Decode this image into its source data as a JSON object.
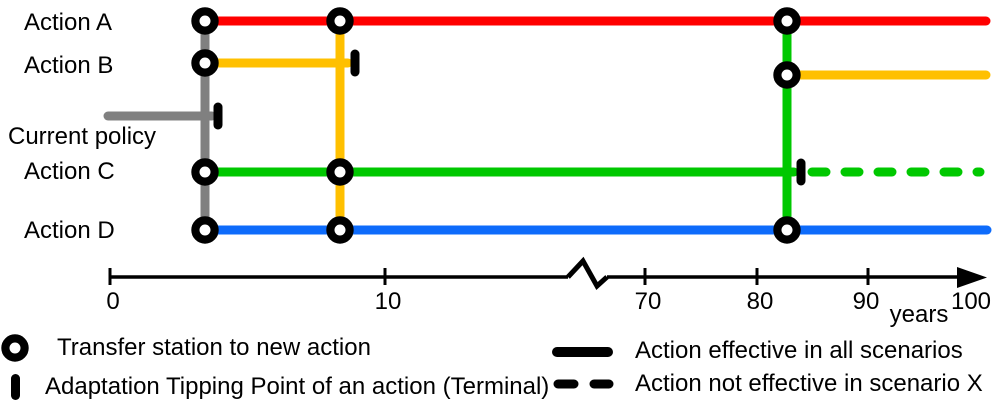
{
  "rows": [
    {
      "label": "Action A",
      "color": "#FF0000"
    },
    {
      "label": "Action B",
      "color": "#FFC000"
    },
    {
      "label": "Current policy",
      "color": "#808080"
    },
    {
      "label": "Action C",
      "color": "#00C800"
    },
    {
      "label": "Action D",
      "color": "#0D6BFB"
    }
  ],
  "axis": {
    "tick_labels": [
      "0",
      "10",
      "70",
      "80",
      "90",
      "100"
    ],
    "unit": "years"
  },
  "legend": {
    "transfer_station": "Transfer station to new action",
    "tipping_point": "Adaptation Tipping Point of an action (Terminal)",
    "effective": "Action effective in all scenarios",
    "not_effective": "Action not effective in scenario X"
  },
  "colors": {
    "action_a": "#FF0000",
    "action_b": "#FFC000",
    "current_policy": "#808080",
    "action_c": "#00C800",
    "action_d": "#0D6BFB",
    "markers": "#000000",
    "background": "#FFFFFF"
  },
  "chart_data": {
    "type": "adaptation-pathways-diagram",
    "x_axis": {
      "unit": "years",
      "ticks": [
        0,
        10,
        70,
        80,
        90,
        100
      ],
      "axis_break_between": [
        10,
        70
      ]
    },
    "actions": [
      {
        "name": "Action A",
        "color": "#FF0000",
        "starts_year": 4,
        "effective_until": 100
      },
      {
        "name": "Action B",
        "color": "#FFC000",
        "starts_year": 4,
        "tipping_point_year": 9,
        "restarts_year": 83,
        "effective_until": 100
      },
      {
        "name": "Current policy",
        "color": "#808080",
        "starts_year": 0,
        "tipping_point_year": 4
      },
      {
        "name": "Action C",
        "color": "#00C800",
        "starts_year": 4,
        "tipping_point_year": 84,
        "dashed_after_meaning": "not effective in scenario X"
      },
      {
        "name": "Action D",
        "color": "#0D6BFB",
        "starts_year": 4,
        "effective_until": 100
      }
    ],
    "transfers": [
      {
        "at_year": 4,
        "from": "Current policy",
        "to": [
          "Action A",
          "Action B",
          "Action C",
          "Action D"
        ]
      },
      {
        "at_year": 9,
        "from": "Action B",
        "to": [
          "Action A",
          "Action C",
          "Action D"
        ]
      },
      {
        "at_year": 84,
        "from": "Action C",
        "to": [
          "Action A",
          "Action B",
          "Action D"
        ]
      }
    ]
  }
}
